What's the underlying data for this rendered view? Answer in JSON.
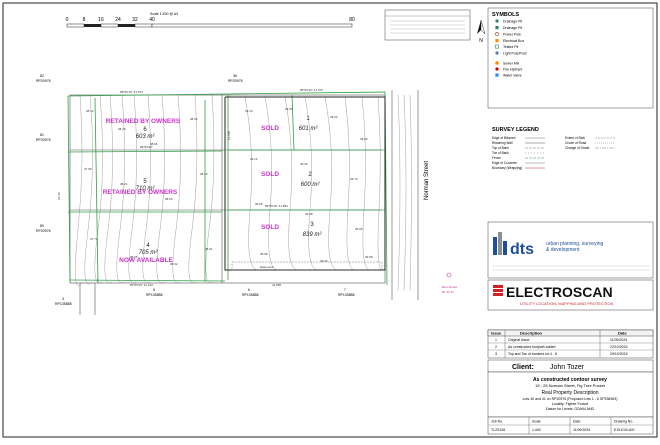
{
  "scale": {
    "ticks": [
      "0",
      "8",
      "16",
      "24",
      "32",
      "40",
      "80"
    ],
    "label": "Scale 1:400 @ A3"
  },
  "symbols": {
    "title": "SYMBOLS",
    "items": [
      {
        "label": "Drainage Pit",
        "color": "#2e8b57"
      },
      {
        "label": "Drainage Pit",
        "color": "#2e8b57"
      },
      {
        "label": "Power Pole",
        "color": "#8b4513"
      },
      {
        "label": "Electrical Box",
        "color": "#ff8c00"
      },
      {
        "label": "Telstra Pit",
        "color": "#2e8b57"
      },
      {
        "label": "Light Pole/Post",
        "color": "#4682b4"
      },
      {
        "label": "Sewer MH",
        "color": "#ff8c00"
      },
      {
        "label": "Fire Hydrant",
        "color": "#cc0000"
      },
      {
        "label": "Water Valve",
        "color": "#1e90ff"
      }
    ],
    "north": "N"
  },
  "survey_legend": {
    "title": "SURVEY LEGEND",
    "rows": [
      [
        "Edge of Bitumen",
        "Extent of Slab"
      ],
      [
        "Retaining Wall",
        "Crown of Road"
      ],
      [
        "Top of Bank",
        "Change of Grade"
      ],
      [
        "Toe of Bank",
        ""
      ],
      [
        "Fence",
        ""
      ],
      [
        "Edge of Concrete",
        ""
      ],
      [
        "Boundary (Wrapping)",
        ""
      ]
    ]
  },
  "lots": [
    {
      "number": "6",
      "area": "603 m²",
      "status": "RETAINED BY OWNERS"
    },
    {
      "number": "5",
      "area": "710 m²",
      "status": "RETAINED BY OWNERS"
    },
    {
      "number": "4",
      "area": "705 m²",
      "status": "NOW AVAILABLE"
    },
    {
      "number": "1",
      "area": "601 m²",
      "status": "SOLD"
    },
    {
      "number": "2",
      "area": "600 m²",
      "status": "SOLD"
    },
    {
      "number": "3",
      "area": "839 m²",
      "status": "SOLD"
    }
  ],
  "neighbours": [
    {
      "lot": "82",
      "plan": "RP20976"
    },
    {
      "lot": "36",
      "plan": "RP20976"
    },
    {
      "lot": "81",
      "plan": "RP20976"
    },
    {
      "lot": "80",
      "plan": "RP20976"
    },
    {
      "lot": "5",
      "plan": "RP135888"
    },
    {
      "lot": "6",
      "plan": "RP135888"
    },
    {
      "lot": "7",
      "plan": "RP135888"
    },
    {
      "lot": "3",
      "plan": "RP135888"
    }
  ],
  "street": "Norman Street",
  "dts": {
    "logo": "dts",
    "line1": "urban planning, surveying",
    "line2": "& development"
  },
  "electroscan": {
    "name": "ELECTROSCAN",
    "tagline": "UTILITY LOCATION, MAPPING AND PROTECTION"
  },
  "revisions": {
    "headers": [
      "Issue",
      "Description",
      "Date"
    ],
    "rows": [
      [
        "1",
        "Original Issue",
        "11/09/2024"
      ],
      [
        "2",
        "As constructed footpath added",
        "22/10/2024"
      ],
      [
        "3",
        "Top and Toe of bankers lot 4 - 6",
        "29/10/2024"
      ]
    ]
  },
  "client": {
    "label": "Client:",
    "name": "John Tozer"
  },
  "survey": {
    "title": "As constructed contour survey",
    "address": "15 - 25 Norman Street, Fig Tree Pocket",
    "rpd_title": "Real Property Description",
    "rpd_line1": "Lots 40 and 41 on RP20976 (Proposed Lots 1 - 6 SP336963)",
    "locality": "Locality: Figtree Pocket",
    "datum": "Datum for Levels: GDA94 AHD"
  },
  "footer_rows": [
    [
      "Job No.",
      "Scale",
      "Date",
      "Drawing No."
    ],
    [
      "TL2S106",
      "1:400",
      "11/09/2024",
      "E19-E43-ASI"
    ]
  ]
}
